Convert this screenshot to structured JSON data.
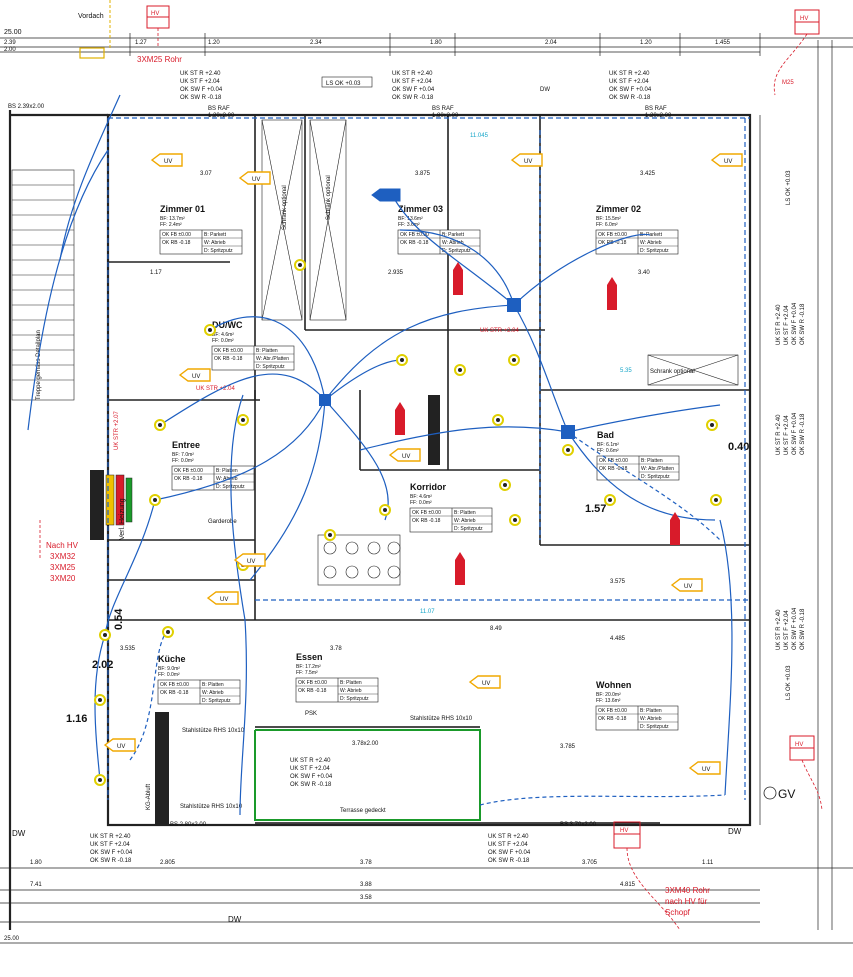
{
  "colors": {
    "wiring": "#1e5fc0",
    "annotation": "#d81b2a",
    "outlet": "#e0d000",
    "uv_box": "#f0a800",
    "cyan_dim": "#16a6c9",
    "steel_frame": "#1a9a2a",
    "wall": "#222222"
  },
  "top": {
    "vordach": "Vordach",
    "hv": "HV",
    "rohr": "3XM25 Rohr",
    "ls_ok": "LS OK +0.03",
    "dim_2500": "25.00",
    "dim_a": "2.39",
    "dim_b": "2.00"
  },
  "levels_top": [
    [
      "UK ST R +2.40",
      "UK ST F +2.04",
      "OK SW F +0.04",
      "OK SW R -0.18"
    ],
    [
      "UK ST R +2.40",
      "UK ST F +2.04",
      "OK SW F +0.04",
      "OK SW R -0.18"
    ],
    [
      "UK ST R +2.40",
      "UK ST F +2.04",
      "OK SW F +0.04",
      "OK SW R -0.18"
    ]
  ],
  "levels_right": [
    "UK ST R +2.40",
    "UK ST F +2.04",
    "OK SW F +0.04",
    "OK SW R -0.18"
  ],
  "levels_bottom": [
    [
      "UK ST R +2.40",
      "UK ST F +2.04",
      "OK SW F +0.04",
      "OK SW R -0.18"
    ],
    [
      "UK ST R +2.40",
      "UK ST F +2.04",
      "OK SW F +0.04",
      "OK SW R -0.18"
    ],
    [
      "UK ST R +2.40",
      "UK ST F +2.04",
      "OK SW F +0.04",
      "OK SW R -0.18"
    ]
  ],
  "rooms": {
    "zimmer01": {
      "name": "Zimmer 01",
      "bf": "BF:  13.7m²",
      "ff": "FF:  2.4m²",
      "rows": [
        [
          "OK FB ±0.00",
          "B: Parkett"
        ],
        [
          "OK RB -0.18",
          "W: Abrieb"
        ],
        [
          "",
          "D: Spritzputz"
        ]
      ]
    },
    "zimmer03": {
      "name": "Zimmer 03",
      "bf": "BF:  13.6m²",
      "ff": "FF:  3.6m²",
      "rows": [
        [
          "OK FB ±0.00",
          "B: Parkett"
        ],
        [
          "OK RB -0.18",
          "W: Abrieb"
        ],
        [
          "",
          "D: Spritzputz"
        ]
      ]
    },
    "zimmer02": {
      "name": "Zimmer 02",
      "bf": "BF:  15.5m²",
      "ff": "FF:  6.0m²",
      "rows": [
        [
          "OK FB ±0.00",
          "B: Parkett"
        ],
        [
          "OK RB -0.18",
          "W: Abrieb"
        ],
        [
          "",
          "D: Spritzputz"
        ]
      ]
    },
    "dwc": {
      "name": "DU/WC",
      "bf": "BF:  4.6m²",
      "ff": "FF:  0.0m²",
      "rows": [
        [
          "OK FB ±0.00",
          "B: Platten"
        ],
        [
          "OK RB -0.18",
          "W: Abr./Platten"
        ],
        [
          "",
          "D: Spritzputz"
        ]
      ]
    },
    "entree": {
      "name": "Entree",
      "bf": "BF:  7.0m²",
      "ff": "FF:  0.0m²",
      "rows": [
        [
          "OK FB ±0.00",
          "B: Platten"
        ],
        [
          "OK RB -0.18",
          "W: Abrieb"
        ],
        [
          "",
          "D: Spritzputz"
        ]
      ]
    },
    "korridor": {
      "name": "Korridor",
      "bf": "BF:  4.6m²",
      "ff": "FF:  0.0m²",
      "rows": [
        [
          "OK FB ±0.00",
          "B: Platten"
        ],
        [
          "OK RB -0.18",
          "W: Abrieb"
        ],
        [
          "",
          "D: Spritzputz"
        ]
      ]
    },
    "bad": {
      "name": "Bad",
      "bf": "BF:  6.1m²",
      "ff": "FF:  0.6m²",
      "rows": [
        [
          "OK FB ±0.00",
          "B: Platten"
        ],
        [
          "OK RB -0.18",
          "W: Abr./Platten"
        ],
        [
          "",
          "D: Spritzputz"
        ]
      ]
    },
    "kueche": {
      "name": "Küche",
      "bf": "BF:  9.0m²",
      "ff": "FF:  0.0m²",
      "rows": [
        [
          "OK FB ±0.00",
          "B: Platten"
        ],
        [
          "OK RB -0.18",
          "W: Abrieb"
        ],
        [
          "",
          "D: Spritzputz"
        ]
      ]
    },
    "essen": {
      "name": "Essen",
      "bf": "BF:  17.2m²",
      "ff": "FF:  7.5m²",
      "rows": [
        [
          "OK FB ±0.00",
          "B: Platten"
        ],
        [
          "OK RB -0.18",
          "W: Abrieb"
        ],
        [
          "",
          "D: Spritzputz"
        ]
      ]
    },
    "wohnen": {
      "name": "Wohnen",
      "bf": "BF:  20.0m²",
      "ff": "FF:  13.6m²",
      "rows": [
        [
          "OK FB ±0.00",
          "B: Platten"
        ],
        [
          "OK RB -0.18",
          "W: Abrieb"
        ],
        [
          "",
          "D: Spritzputz"
        ]
      ]
    }
  },
  "labels": {
    "bs_raf": "BS RAF",
    "bs_raf_a": "1.20x2.00",
    "bs_raf_b": "1.80x2.00",
    "bs_raf_c": "1.20x2.00",
    "bs_left": "BS 2.39x2.00",
    "schrank1": "Schrank optional",
    "schrank2": "Schrank optional",
    "schrank3": "Schrank optional",
    "uk_str": "UK STR +2.04",
    "uk_str2": "UK STR +2.04",
    "uk_str3": "UK STR +2.07",
    "nach_hv": "Nach HV",
    "xm32": "3XM32",
    "xm25": "3XM25",
    "xm20": "3XM20",
    "verl_heizung": "Verl. Heizung",
    "garderobe": "Garderobe",
    "treppe": "Treppe gemäss Detailplan",
    "stahl1": "Stahlstütze RHS 10x10",
    "stahl2": "Stahlstütze RHS 10x10",
    "stahl3": "Stahlstütze RHS 10x10",
    "psk": "PSK",
    "terrasse": "Terrasse gedeckt",
    "kg_abluft": "KG-Abluft",
    "bs_bottom1": "BS 2.80x2.00",
    "bs_bottom2": "BS 3.70x2.00",
    "dim_378": "3.78x2.00",
    "m25": "M25",
    "uv": "UV",
    "dw": "DW",
    "gv": "GV",
    "hv": "HV",
    "xm40": [
      "3XM40 Rohr",
      "nach HV für",
      "Schopf"
    ],
    "dim_1107": "11.07",
    "dim_1045": "11.045",
    "dim_535": "5.35",
    "dim_2500b": "25.00",
    "dim_741": "7.41",
    "dim_180": "1.80",
    "dim_2805": "2.805",
    "dim_378b": "3.78",
    "dim_388": "3.88",
    "dim_358": "3.58",
    "dim_3705": "3.705",
    "dim_111": "1.11",
    "dim_4815": "4.815",
    "dim_3875": "3.875",
    "dim_3425": "3.425",
    "dim_307": "3.07",
    "dim_2935": "2.935",
    "dim_117": "1.17",
    "dim_340": "3.40",
    "dim_3575": "3.575",
    "dim_849": "8.49",
    "dim_4485": "4.485",
    "dim_3785": "3.785",
    "dim_3535": "3.535",
    "dim_378c": "3.78",
    "dim_040": "0.40",
    "dim_157": "1.57",
    "dim_054": "0.54",
    "dim_202": "2.02",
    "dim_116": "1.16",
    "ls_ok2": "LS OK +0.03",
    "ls_ok3": "LS OK +0.03"
  }
}
